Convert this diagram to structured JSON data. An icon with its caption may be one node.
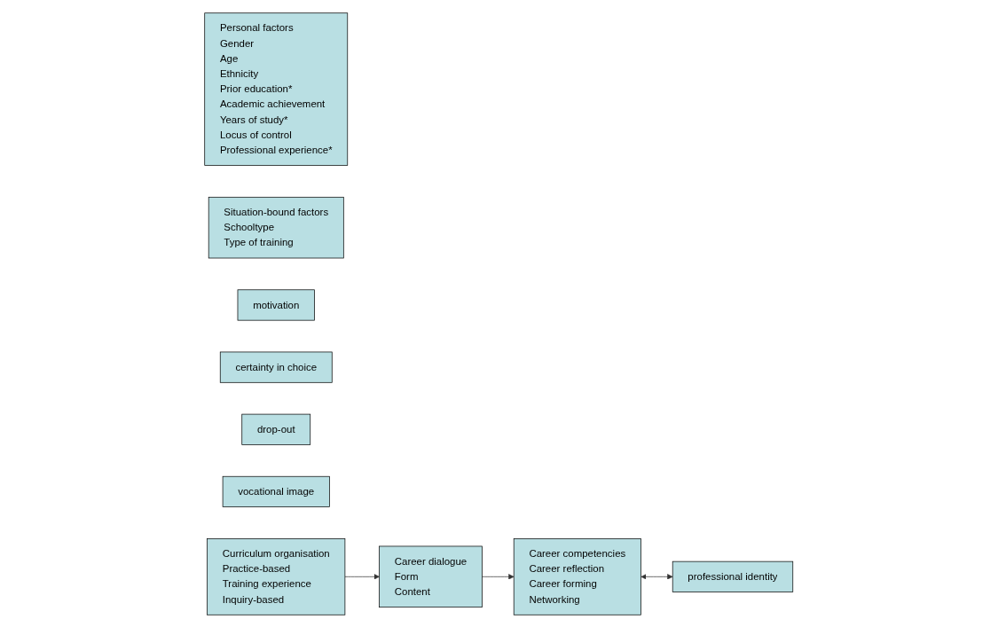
{
  "diagram": {
    "nodes": [
      {
        "text": [
          "Personal factors",
          "Gender",
          "Age",
          "Ethnicity",
          "Prior education*",
          "Academic achievement",
          "Years of study*",
          "Locus of control",
          "Professional experience*"
        ]
      },
      {
        "text": [
          "Situation-bound factors",
          "Schooltype",
          "Type of training"
        ]
      },
      {
        "text": [
          "Career competencies",
          "Career reflection",
          "Career forming",
          "Networking"
        ]
      },
      {
        "text": [
          "motivation"
        ]
      },
      {
        "text": [
          "certainty in choice"
        ]
      },
      {
        "text": [
          "professional identity"
        ]
      },
      {
        "text": [
          "drop-out"
        ]
      },
      {
        "text": [
          "vocational image"
        ]
      },
      {
        "text": [
          "Curriculum organisation",
          "Practice-based",
          "Training experience",
          "Inquiry-based"
        ]
      },
      {
        "text": [
          "Career dialogue",
          "Form",
          "Content"
        ]
      }
    ],
    "edges": [
      {
        "from": 8,
        "to": 9,
        "arrow": "to"
      },
      {
        "from": 9,
        "to": 2,
        "arrow": "to"
      },
      {
        "from": 2,
        "to": 5,
        "arrow": "both"
      }
    ]
  }
}
